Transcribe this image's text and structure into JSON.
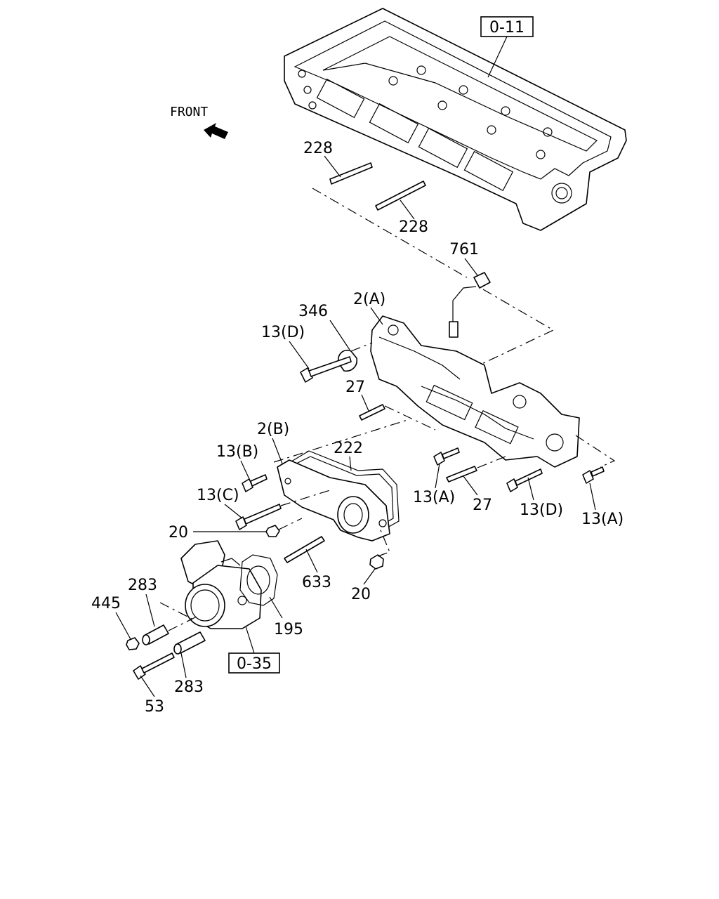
{
  "front_label": "FRONT",
  "ref_boxes": [
    "0-11",
    "0-35"
  ],
  "labels": {
    "p228_top": "228",
    "p228_bottom": "228",
    "p761": "761",
    "p346": "346",
    "p2a": "2(A)",
    "p13d_left": "13(D)",
    "p27_top": "27",
    "p2b": "2(B)",
    "p222": "222",
    "p13b": "13(B)",
    "p13c": "13(C)",
    "p20_left": "20",
    "p13a_mid": "13(A)",
    "p27_mid": "27",
    "p13d_right": "13(D)",
    "p13a_right": "13(A)",
    "p283_top": "283",
    "p445": "445",
    "p633": "633",
    "p20_bottom": "20",
    "p195": "195",
    "p283_bottom": "283",
    "p53": "53"
  }
}
